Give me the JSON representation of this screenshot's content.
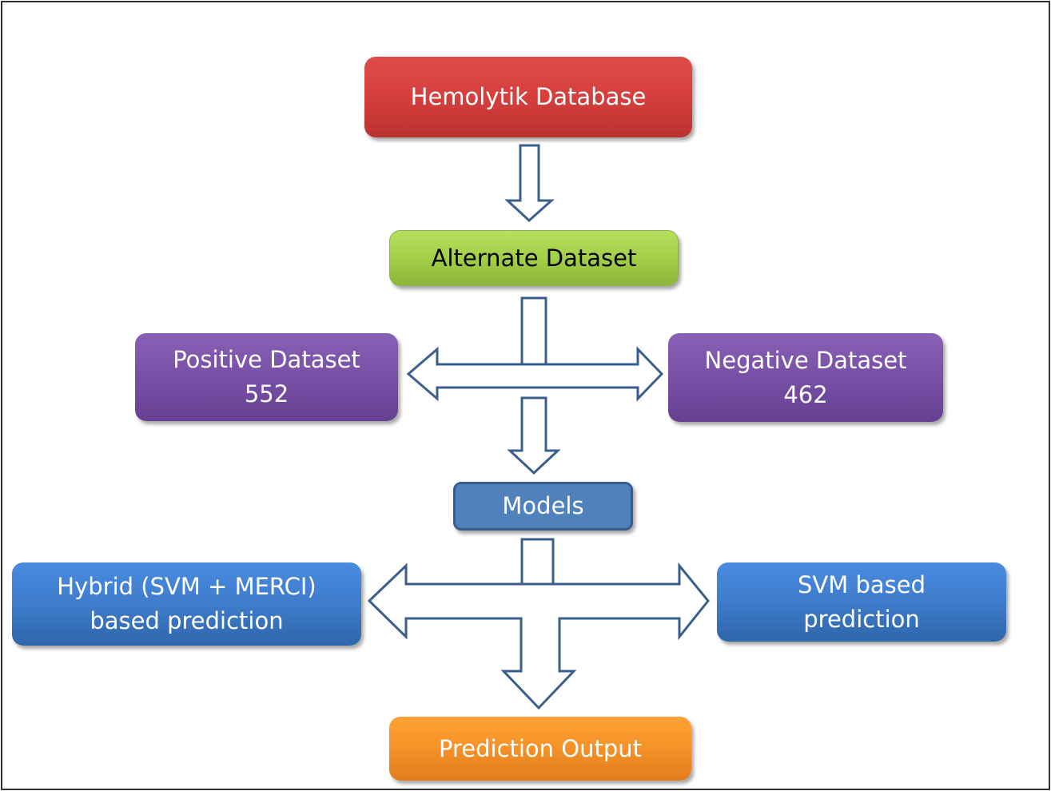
{
  "diagram": {
    "nodes": {
      "hemolytik_database": {
        "label": "Hemolytik Database",
        "color": "#d94341"
      },
      "alternate_dataset": {
        "label": "Alternate Dataset",
        "color": "#a6d04c"
      },
      "positive_dataset": {
        "label": "Positive Dataset",
        "count": "552",
        "color": "#7a52a8"
      },
      "negative_dataset": {
        "label": "Negative Dataset",
        "count": "462",
        "color": "#7a52a8"
      },
      "models": {
        "label": "Models",
        "color": "#4f81bd"
      },
      "hybrid_prediction": {
        "line1": "Hybrid (SVM + MERCI)",
        "line2": "based prediction",
        "color": "#3f7ecf"
      },
      "svm_prediction": {
        "line1": "SVM based",
        "line2": "prediction",
        "color": "#3f7ecf"
      },
      "prediction_output": {
        "label": "Prediction Output",
        "color": "#f7942a"
      }
    },
    "edges": [
      {
        "from": "Hemolytik Database",
        "to": "Alternate Dataset"
      },
      {
        "from": "Alternate Dataset",
        "to": "Positive Dataset"
      },
      {
        "from": "Alternate Dataset",
        "to": "Negative Dataset"
      },
      {
        "from": "Alternate Dataset",
        "to": "Models"
      },
      {
        "from": "Models",
        "to": "Hybrid (SVM + MERCI) based prediction"
      },
      {
        "from": "Models",
        "to": "SVM based prediction"
      },
      {
        "from": "Models",
        "to": "Prediction Output"
      }
    ],
    "arrow_color": "#3a5f8f"
  }
}
